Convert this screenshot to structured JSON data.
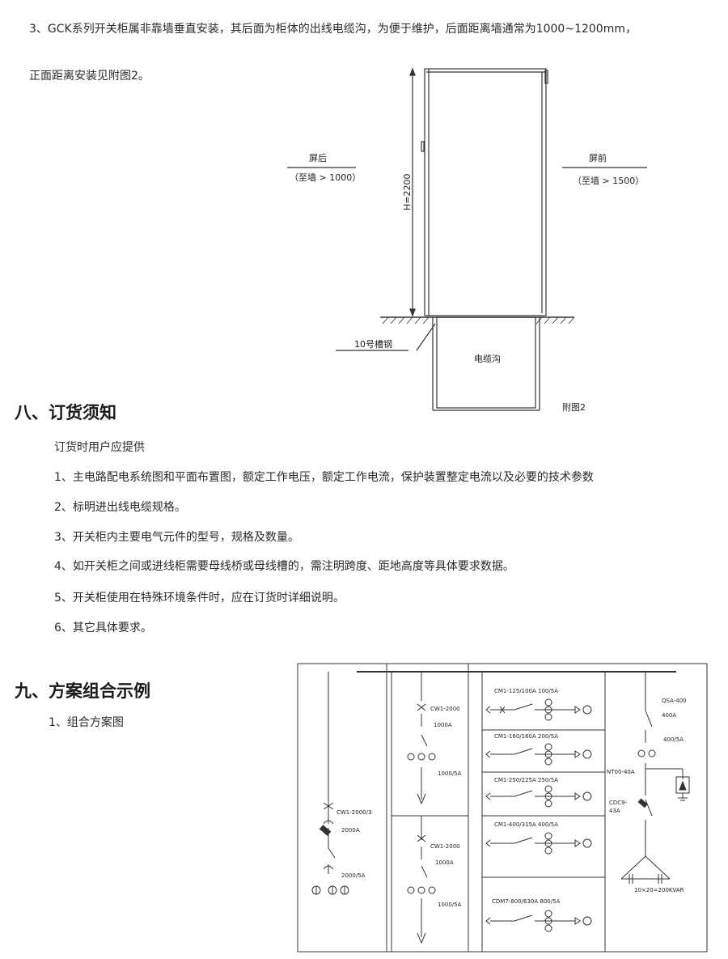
{
  "intro": {
    "line1": "3、GCK系列开关柜属非靠墙垂直安装，其后面为柜体的出线电缆沟，为便于维护，后面距离墙通常为1000~1200mm，",
    "line2": "正面距离安装见附图2。"
  },
  "figure2": {
    "rear_label": "屏后",
    "rear_dist": "（至墙 > 1000）",
    "front_label": "屏前",
    "front_dist": "（至墙 > 1500）",
    "height_label": "H=2200",
    "channel_label": "10号槽钢",
    "trench_label": "电缆沟",
    "caption": "附图2"
  },
  "section8": {
    "title": "八、订货须知",
    "lead": "订货时用户应提供",
    "items": [
      "1、主电路配电系统图和平面布置图，额定工作电压，额定工作电流，保护装置整定电流以及必要的技术参数",
      "2、标明进出线电缆规格。",
      "3、开关柜内主要电气元件的型号，规格及数量。",
      "4、如开关柜之间或进线柜需要母线桥或母线槽的，需注明跨度、距地高度等具体要求数据。",
      "5、开关柜使用在特殊环境条件时，应在订货时详细说明。",
      "6、其它具体要求。"
    ]
  },
  "section9": {
    "title": "九、方案组合示例",
    "sub": "1、组合方案图"
  },
  "schematic": {
    "col1_breaker": "CW1-2000/3",
    "col1_rating": "2000A",
    "col1_ct": "2000/5A",
    "col2a_breaker": "CW1-2000",
    "col2a_rating": "1000A",
    "col2a_ct": "1000/5A",
    "col2b_breaker": "CW1-2000",
    "col2b_rating": "1000A",
    "col2b_ct": "1000/5A",
    "feeder1": "CM1-125/100A 100/5A",
    "feeder2": "CM1-160/160A 200/5A",
    "feeder3": "CM1-250/225A 250/5A",
    "feeder4": "CM1-400/315A 400/5A",
    "feeder5": "CDM7-800/630A 800/5A",
    "col4_switch": "QSA-400",
    "col4_rating": "400A",
    "col4_ct": "400/5A",
    "col4_fuse": "NT00-40A",
    "col4_contactor": "CDC9-",
    "col4_contactor2": "43A",
    "col4_cap": "10×20=200KVAR"
  }
}
